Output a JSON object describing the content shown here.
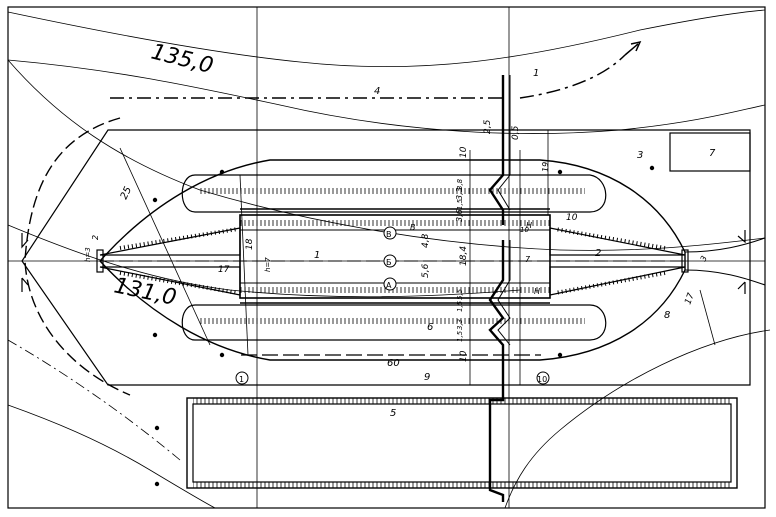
{
  "contours": {
    "upper": "135,0",
    "lower": "131,0"
  },
  "callouts": {
    "c1_top": "1",
    "c1_mid": "1",
    "c2": "2",
    "c3": "3",
    "c4": "4",
    "c5": "5",
    "c6": "6",
    "c7": "7",
    "c8": "8",
    "c9": "9",
    "c10": "10"
  },
  "axes": {
    "a1": "1",
    "a10": "10",
    "rA": "А",
    "rB": "Б",
    "rV": "В"
  },
  "dims": {
    "d60": "60",
    "d25": "25",
    "d17_left": "17",
    "d17_right": "17",
    "d18": "18",
    "d10_top": "10",
    "d10_bot": "10",
    "d18_4": "18,4",
    "d5_6": "5,6",
    "d4_8": "4,8",
    "d2_5": "2,5",
    "d0_5": "0,5",
    "d3_3": "3,3",
    "d3_6": "3,6",
    "d10_wing": "10",
    "d19": "19",
    "d7": "7",
    "d3_right": "3",
    "d2_left": "2",
    "h_left": "h=3",
    "h_mid": "h=7",
    "e3_8": "3,8",
    "e1_5": "1,5",
    "e5_5": "5,5",
    "e1_5b": "1,5",
    "e3_3b": "3,3",
    "e1_5c": "1,5",
    "nH": "Н",
    "nH2": "Н",
    "nB": "В"
  }
}
